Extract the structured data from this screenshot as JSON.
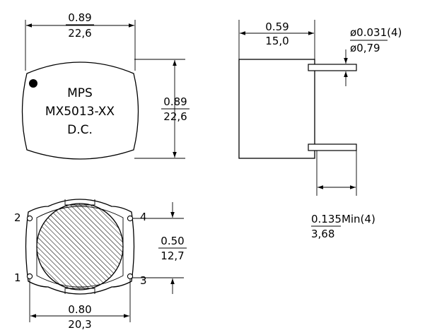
{
  "top_view": {
    "width_in": "0.89",
    "width_mm": "22,6",
    "height_in": "0.89",
    "height_mm": "22,6",
    "marking_line1": "MPS",
    "marking_line2": "MX5013-XX",
    "marking_line3": "D.C."
  },
  "side_view": {
    "depth_in": "0.59",
    "depth_mm": "15,0",
    "pin_diameter_in": "ø0.031(4)",
    "pin_diameter_mm": "ø0,79",
    "pin_length_in": "0.135Min(4)",
    "pin_length_mm": "3,68"
  },
  "bottom_view": {
    "pin1": "1",
    "pin2": "2",
    "pin3": "3",
    "pin4": "4",
    "pin_spacing_in": "0.50",
    "pin_spacing_mm": "12,7",
    "width_in": "0.80",
    "width_mm": "20,3"
  }
}
